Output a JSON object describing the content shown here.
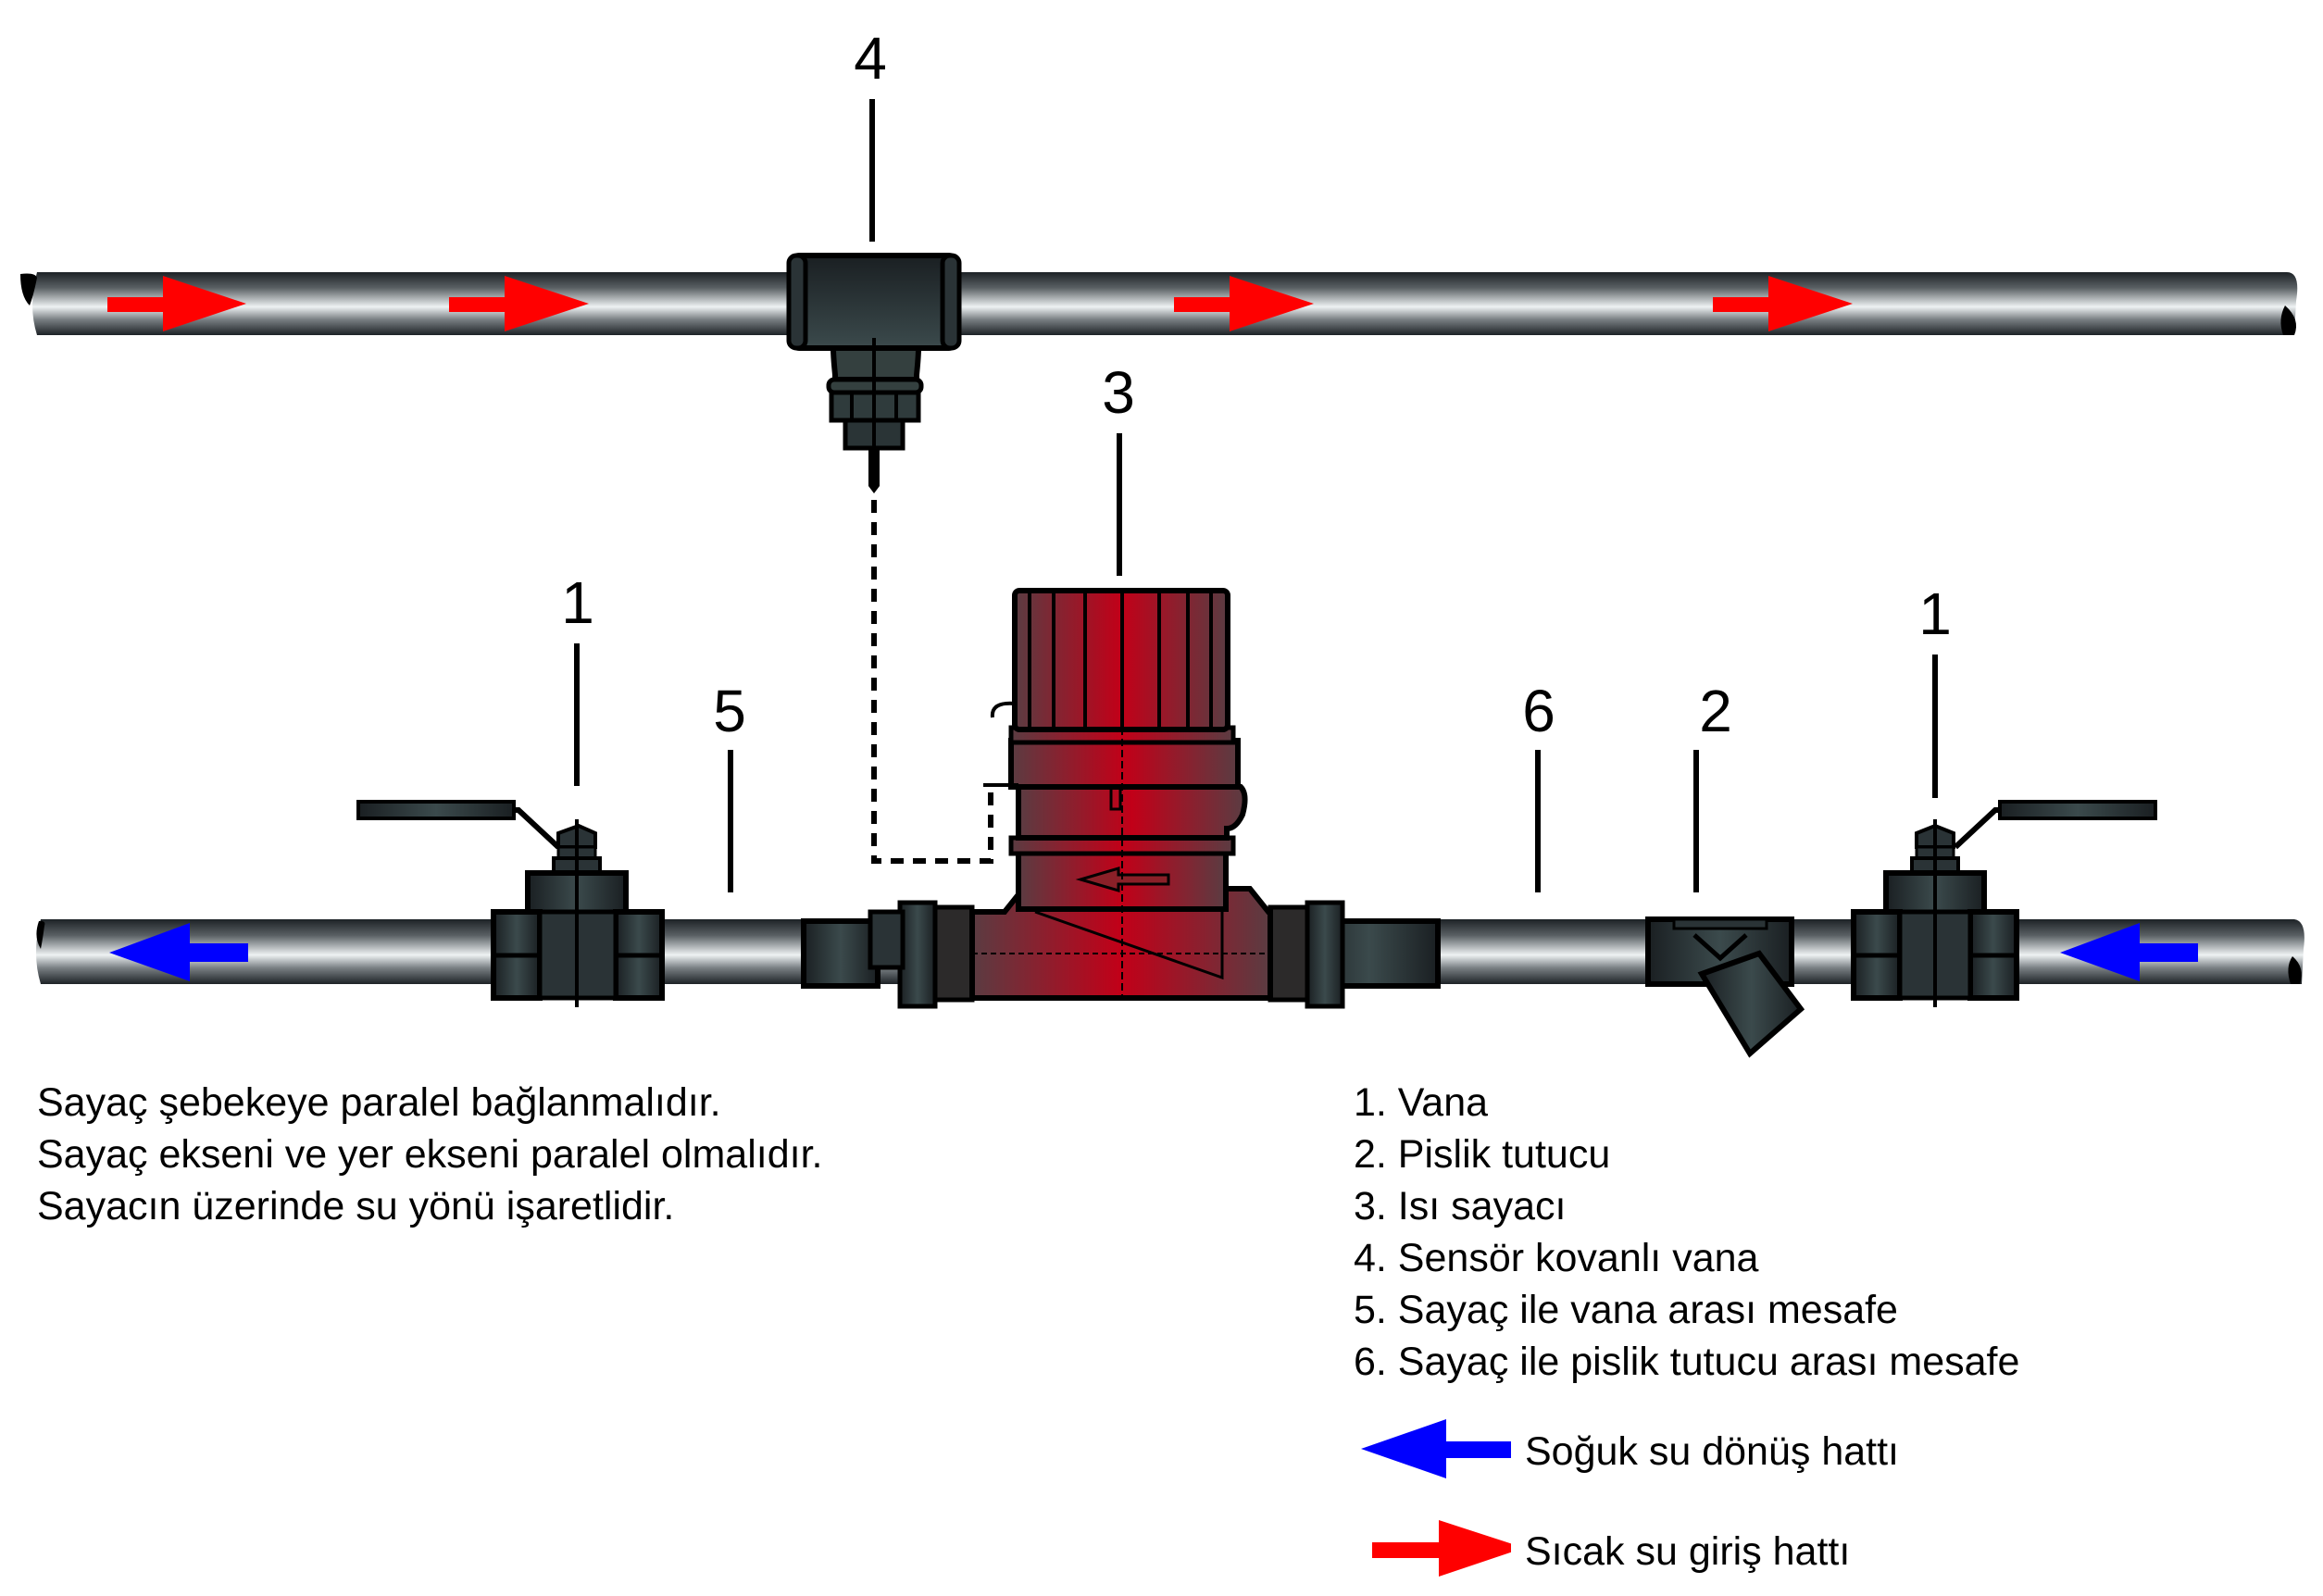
{
  "callouts": {
    "valve_left": "1",
    "valve_right": "1",
    "strainer": "2",
    "heat_meter": "3",
    "sensor_valve": "4",
    "distance_meter_valve": "5",
    "distance_meter_strainer": "6"
  },
  "notes": [
    "Sayaç şebekeye paralel bağlanmalıdır.",
    "Sayaç ekseni ve yer ekseni paralel olmalıdır.",
    "Sayacın üzerinde su yönü işaretlidir."
  ],
  "legend": [
    "1. Vana",
    "2. Pislik tutucu",
    "3. Isı sayacı",
    "4. Sensör kovanlı vana",
    "5. Sayaç ile vana arası mesafe",
    "6. Sayaç ile pislik tutucu arası mesafe"
  ],
  "flow_legend": {
    "cold_return": {
      "label": "Soğuk su dönüş hattı",
      "color": "#0000ff",
      "direction": "left"
    },
    "hot_supply": {
      "label": "Sıcak su giriş hattı",
      "color": "#ff0000",
      "direction": "right"
    }
  },
  "colors": {
    "hot_arrow": "#ff0000",
    "cold_arrow": "#0000ff",
    "meter_red": "#c0001a",
    "meter_dark": "#5e3a40",
    "fitting_dark": "#1c2226",
    "fitting_light": "#3a4a4c"
  }
}
